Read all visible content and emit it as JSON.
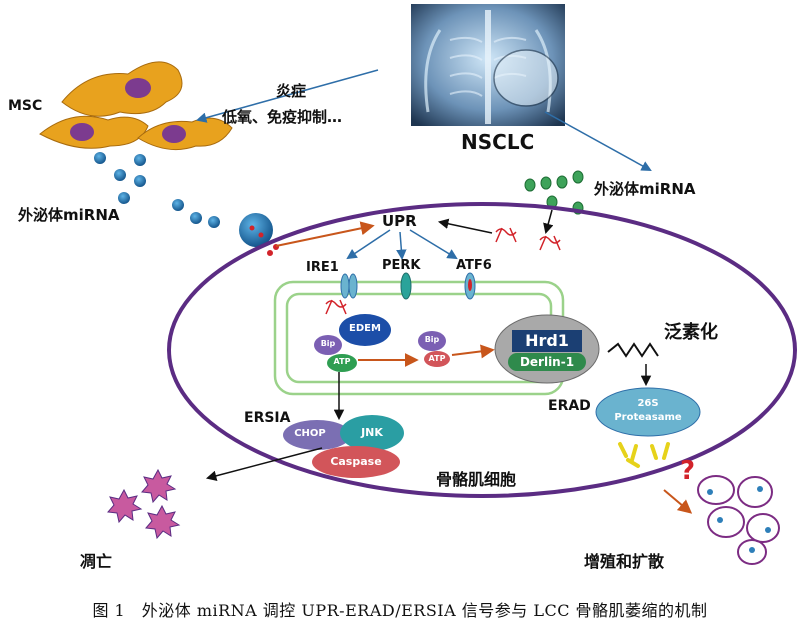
{
  "labels": {
    "msc": "MSC",
    "inflammation": "炎症",
    "hypoxia": "低氧、免疫抑制…",
    "nsclc": "NSCLC",
    "exo_left": "外泌体miRNA",
    "exo_right": "外泌体miRNA",
    "upr": "UPR",
    "ire1": "IRE1",
    "perk": "PERK",
    "atf6": "ATF6",
    "bip1": "Bip",
    "bip2": "Bip",
    "atp1": "ATP",
    "atp2": "ATP",
    "edem": "EDEM",
    "hrd1": "Hrd1",
    "derlin": "Derlin-1",
    "ubiquitination": "泛素化",
    "erad": "ERAD",
    "proteasome_num": "26S",
    "proteasome": "Proteasame",
    "ersia": "ERSIA",
    "chop": "CHOP",
    "jnk": "JNK",
    "caspase": "Caspase",
    "muscle_cell": "骨骼肌细胞",
    "apoptosis": "凋亡",
    "proliferation": "增殖和扩散",
    "question": "?"
  },
  "caption": "图 1　外泌体 miRNA 调控 UPR-ERAD/ERSIA 信号参与 LCC 骨骼肌萎缩的机制",
  "colors": {
    "cell_border": "#5b2c83",
    "er_border": "#9bd28a",
    "msc_body": "#e8a21e",
    "exosome": "#1f7bb4",
    "green_dot": "#3ea35a",
    "mirna": "#d2232a",
    "arrow_orange": "#c8561b",
    "arrow_blue": "#2e6ea8",
    "chop": "#7b6fb3",
    "jnk": "#2a9ea3",
    "caspase": "#d2555a",
    "proteasome": "#6ab3cf",
    "hrd1": "#1b3f73",
    "derlin": "#2f8a4c"
  },
  "icons": [
    "msc-cell-icon",
    "chest-xray-image",
    "exosome-icon",
    "mirna-icon",
    "apoptotic-cell-icon",
    "tumor-cell-icon",
    "ubiquitin-chain-icon"
  ]
}
